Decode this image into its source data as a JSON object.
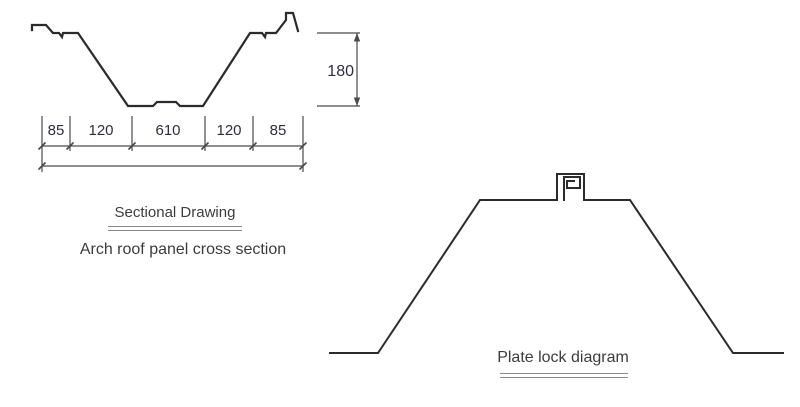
{
  "colors": {
    "background": "#ffffff",
    "line": "#2b2b2b",
    "dim_line": "#4a4a4a",
    "dim_text": "#2e2e40",
    "caption_text": "#3c3c3c",
    "underline": "#8a8a8a"
  },
  "sectional_drawing": {
    "title": "Sectional Drawing",
    "subtitle": "Arch roof panel cross section",
    "width_dimensions": [
      "85",
      "120",
      "610",
      "120",
      "85"
    ],
    "height_dimension": "180"
  },
  "plate_lock": {
    "title": "Plate lock diagram"
  }
}
